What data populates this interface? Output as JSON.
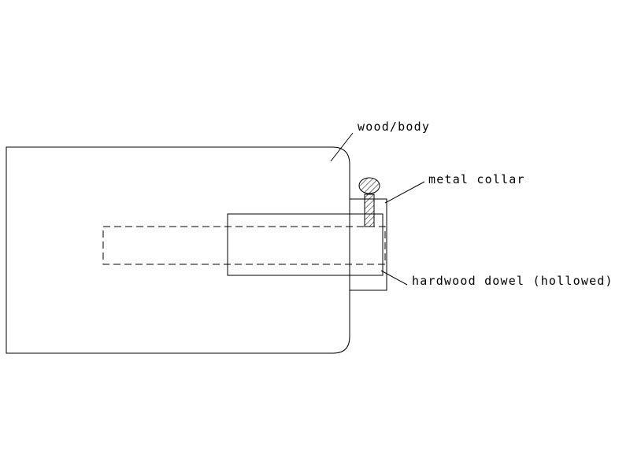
{
  "diagram": {
    "line_color": "#000000",
    "background_color": "#ffffff",
    "labels": {
      "wood_body": "wood/body",
      "metal_collar": "metal collar",
      "hardwood_dowel": "hardwood dowel (hollowed)"
    }
  }
}
